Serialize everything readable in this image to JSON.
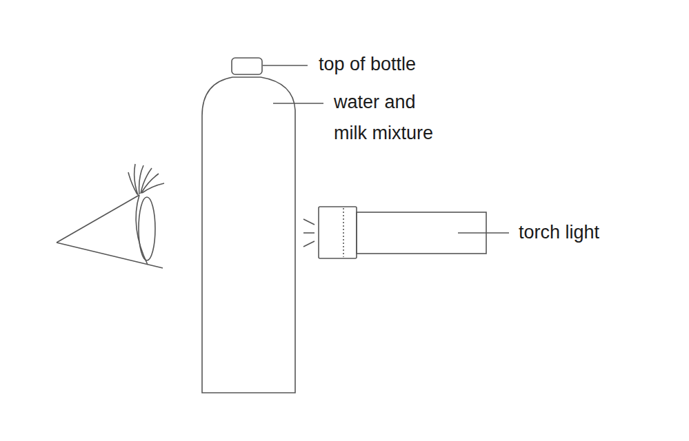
{
  "diagram": {
    "labels": [
      "top of bottle",
      "water and milk mixture",
      "torch light"
    ]
  }
}
